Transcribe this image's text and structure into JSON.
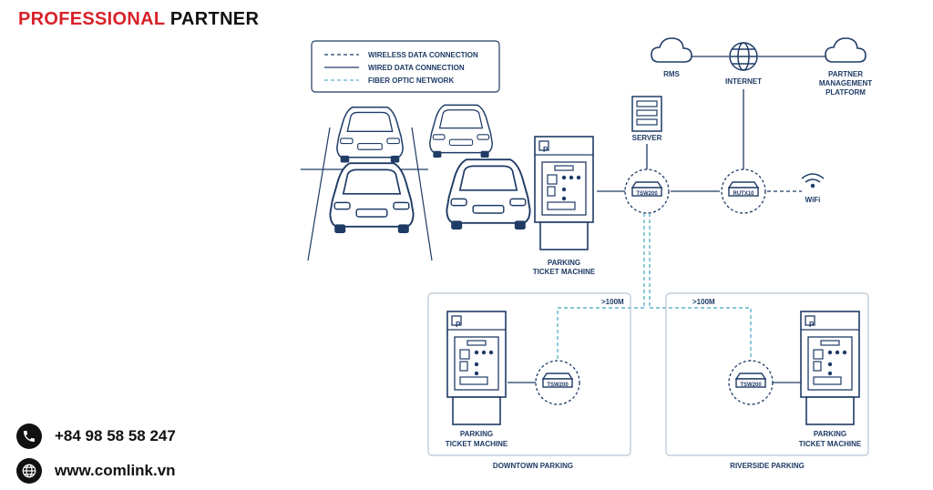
{
  "header": {
    "brand_part1": "PROFESSIONAL",
    "brand_part2": "PARTNER"
  },
  "contact": {
    "phone": "+84 98 58 58 247",
    "website": "www.comlink.vn",
    "phone_icon": "phone-icon",
    "globe_icon": "globe-icon"
  },
  "legend": {
    "wireless": "WIRELESS DATA CONNECTION",
    "wired": "WIRED DATA CONNECTION",
    "fiber": "FIBER OPTIC NETWORK"
  },
  "nodes": {
    "rms": "RMS",
    "internet": "INTERNET",
    "partner_line1": "PARTNER",
    "partner_line2": "MANAGEMENT",
    "partner_line3": "PLATFORM",
    "server": "SERVER",
    "switch_main": "TSW200",
    "router": "RUTX10",
    "wifi": "WiFi",
    "machine_main_line1": "PARKING",
    "machine_main_line2": "TICKET MACHINE",
    "downtown_machine_line1": "PARKING",
    "downtown_machine_line2": "TICKET MACHINE",
    "downtown_switch": "TSW200",
    "downtown_distance": ">100M",
    "downtown_title": "DOWNTOWN PARKING",
    "riverside_machine_line1": "PARKING",
    "riverside_machine_line2": "TICKET MACHINE",
    "riverside_switch": "TSW200",
    "riverside_distance": ">100M",
    "riverside_title": "RIVERSIDE PARKING",
    "machine_badge": "P"
  },
  "colors": {
    "navy": "#1f3b66",
    "fiber": "#5fb3c9",
    "brand_red": "#d8222a",
    "panel_border": "#b8c4d4"
  }
}
